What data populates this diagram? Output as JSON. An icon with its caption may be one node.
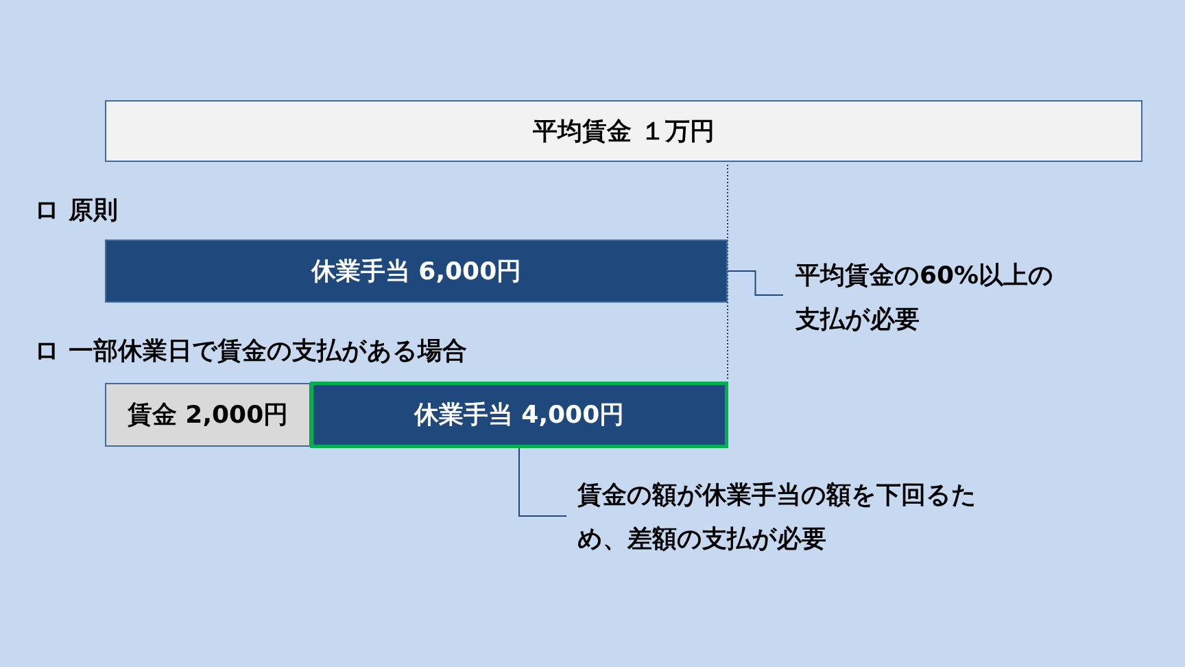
{
  "diagram": {
    "nodes": [
      {
        "text": [
          "平均賃金 １万円"
        ]
      },
      {
        "text": [
          "休業手当 6,000円"
        ]
      },
      {
        "text": [
          "平均賃金の60%以上の支払が必要"
        ]
      },
      {
        "text": [
          "賃金 2,000円"
        ]
      },
      {
        "text": [
          "休業手当 4,000円"
        ]
      },
      {
        "text": [
          "賃金の額が休業手当の額を下回るため、差額の支払が必要"
        ]
      }
    ],
    "edges": [
      {
        "from": 1,
        "to": 2,
        "arrow": "none"
      },
      {
        "from": 4,
        "to": 5,
        "arrow": "none"
      }
    ],
    "labels": [
      "ロ 原則",
      "ロ 一部休業日で賃金の支払がある場合"
    ]
  }
}
